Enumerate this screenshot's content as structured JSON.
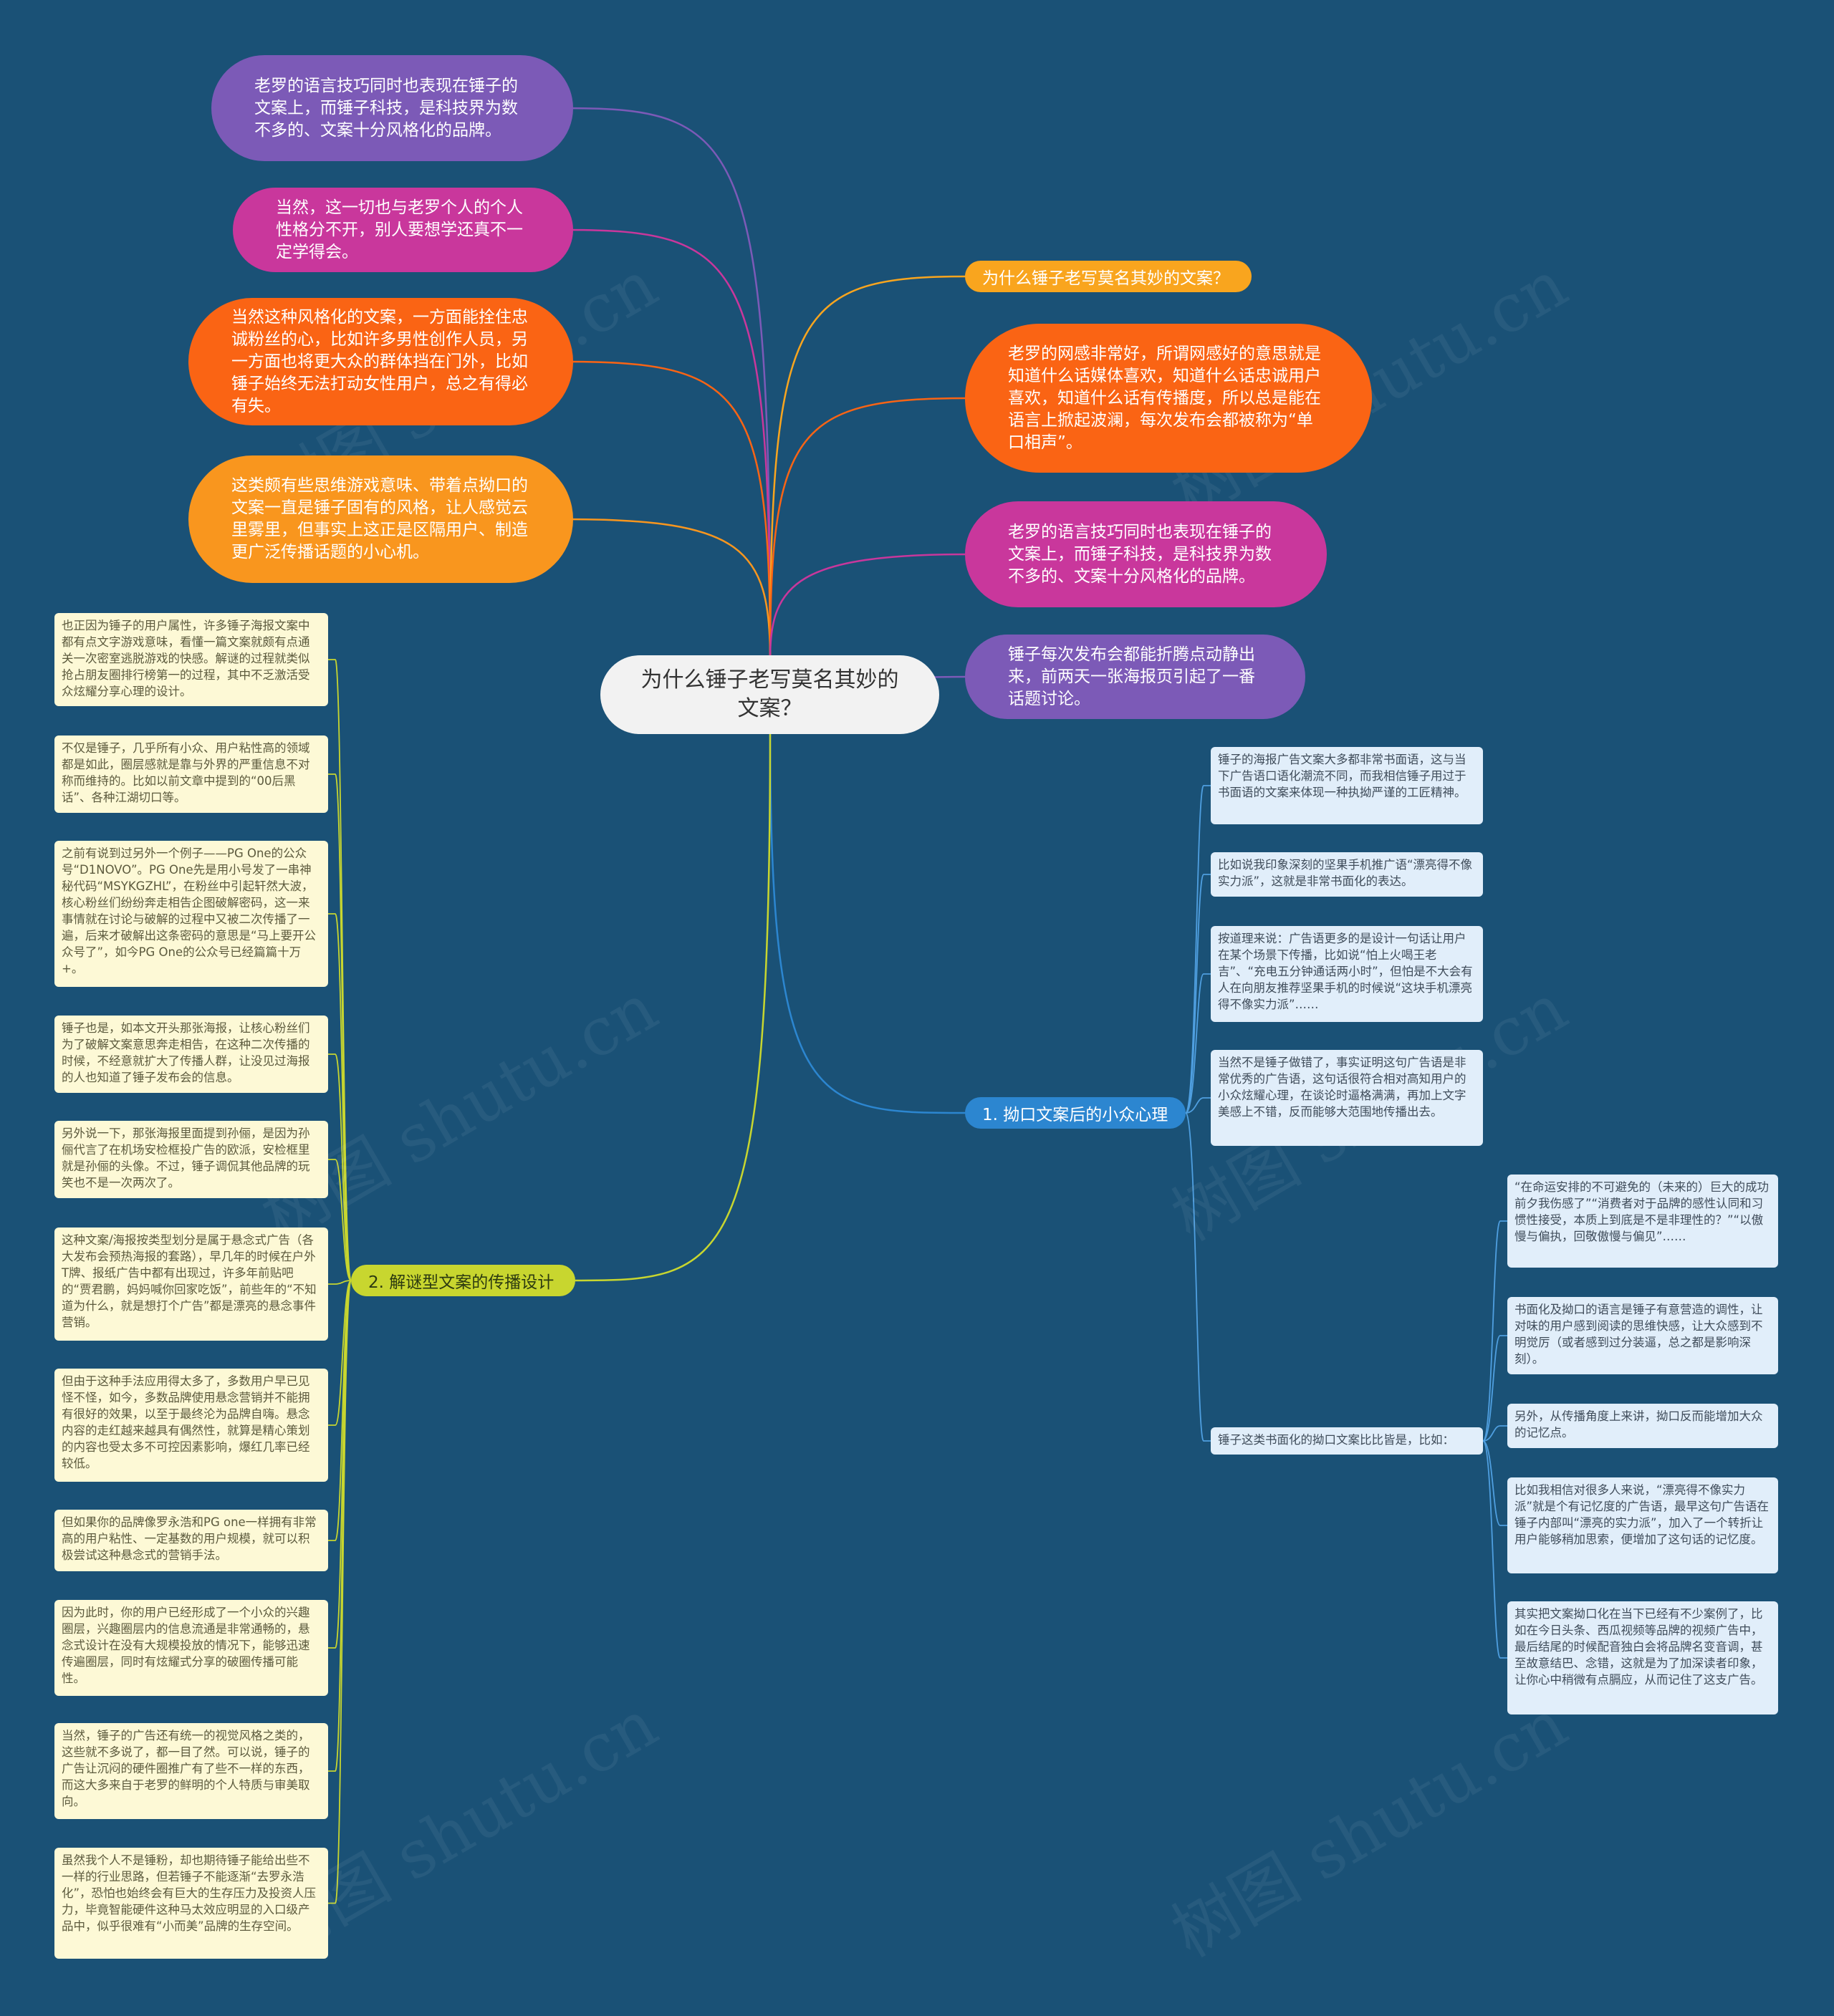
{
  "root": {
    "title": "为什么锤子老写莫名其妙的文案？"
  },
  "left_pills": [
    {
      "text": "老罗的语言技巧同时也表现在锤子的文案上，而锤子科技，是科技界为数不多的、文案十分风格化的品牌。",
      "color": "#7c5ab7"
    },
    {
      "text": "当然，这一切也与老罗个人的个人性格分不开，别人要想学还真不一定学得会。",
      "color": "#c9379c"
    },
    {
      "text": "当然这种风格化的文案，一方面能拴住忠诚粉丝的心，比如许多男性创作人员，另一方面也将更大众的群体挡在门外，比如锤子始终无法打动女性用户，总之有得必有失。",
      "color": "#fa6414"
    },
    {
      "text": "这类颇有些思维游戏意味、带着点拗口的文案一直是锤子固有的风格，让人感觉云里雾里，但事实上这正是区隔用户、制造更广泛传播话题的小心机。",
      "color": "#f9961e"
    }
  ],
  "right_topic_1": {
    "text": "为什么锤子老写莫名其妙的文案？",
    "color": "#f9a51e"
  },
  "right_pills": [
    {
      "text": "老罗的网感非常好，所谓网感好的意思就是知道什么话媒体喜欢，知道什么话忠诚用户喜欢，知道什么话有传播度，所以总是能在语言上掀起波澜，每次发布会都被称为“单口相声”。",
      "color": "#fa6414"
    },
    {
      "text": "老罗的语言技巧同时也表现在锤子的文案上，而锤子科技，是科技界为数不多的、文案十分风格化的品牌。",
      "color": "#c9379c"
    },
    {
      "text": "锤子每次发布会都能折腾点动静出来，前两天一张海报页引起了一番话题讨论。",
      "color": "#7c5ab7"
    }
  ],
  "topic_psych": {
    "text": "1. 拗口文案后的小众心理",
    "color": "#2c86d0"
  },
  "psych_notes": [
    "锤子的海报广告文案大多都非常书面语，这与当下广告语口语化潮流不同，而我相信锤子用过于书面语的文案来体现一种执拗严谨的工匠精神。",
    "比如说我印象深刻的坚果手机推广语“漂亮得不像实力派”，这就是非常书面化的表达。",
    "按道理来说：广告语更多的是设计一句话让用户在某个场景下传播，比如说“怕上火喝王老吉”、“充电五分钟通话两小时”，但怕是不大会有人在向朋友推荐坚果手机的时候说“这块手机漂亮得不像实力派”……",
    "当然不是锤子做错了，事实证明这句广告语是非常优秀的广告语，这句话很符合相对高知用户的小众炫耀心理，在谈论时逼格满满，再加上文字美感上不错，反而能够大范围地传播出去。"
  ],
  "compare_label": "锤子这类书面化的拗口文案比比皆是，比如：",
  "compare_notes": [
    "“在命运安排的不可避免的（未来的）巨大的成功前夕我伤感了”“消费者对于品牌的感性认同和习惯性接受，本质上到底是不是非理性的？”“以傲慢与偏执，回敬傲慢与偏见”……",
    "书面化及拗口的语言是锤子有意营造的调性，让对味的用户感到阅读的思维快感，让大众感到不明觉厉（或者感到过分装逼，总之都是影响深刻）。",
    "另外，从传播角度上来讲，拗口反而能增加大众的记忆点。",
    "比如我相信对很多人来说，“漂亮得不像实力派”就是个有记忆度的广告语，最早这句广告语在锤子内部叫“漂亮的实力派”，加入了一个转折让用户能够稍加思索，便增加了这句话的记忆度。",
    "其实把文案拗口化在当下已经有不少案例了，比如在今日头条、西瓜视频等品牌的视频广告中，最后结尾的时候配音独白会将品牌名变音调，甚至故意结巴、念错，这就是为了加深读者印象，让你心中稍微有点膈应，从而记住了这支广告。"
  ],
  "topic_puzzle": {
    "text": "2. 解谜型文案的传播设计",
    "color": "#c8d62f"
  },
  "puzzle_notes": [
    "也正因为锤子的用户属性，许多锤子海报文案中都有点文字游戏意味，看懂一篇文案就颇有点通关一次密室逃脱游戏的快感。解谜的过程就类似抢占朋友圈排行榜第一的过程，其中不乏激活受众炫耀分享心理的设计。",
    "不仅是锤子，几乎所有小众、用户粘性高的领域都是如此，圈层感就是靠与外界的严重信息不对称而维持的。比如以前文章中提到的“00后黑话”、各种江湖切口等。",
    "之前有说到过另外一个例子——PG One的公众号“D1NOVO”。PG One先是用小号发了一串神秘代码“MSYKGZHL”，在粉丝中引起轩然大波，核心粉丝们纷纷奔走相告企图破解密码，这一来事情就在讨论与破解的过程中又被二次传播了一遍，后来才破解出这条密码的意思是“马上要开公众号了”，如今PG One的公众号已经篇篇十万+。",
    "锤子也是，如本文开头那张海报，让核心粉丝们为了破解文案意思奔走相告，在这种二次传播的时候，不经意就扩大了传播人群，让没见过海报的人也知道了锤子发布会的信息。",
    "另外说一下，那张海报里面提到孙俪，是因为孙俪代言了在机场安检框投广告的欧派，安检框里就是孙俪的头像。不过，锤子调侃其他品牌的玩笑也不是一次两次了。",
    "这种文案/海报按类型划分是属于悬念式广告（各大发布会预热海报的套路），早几年的时候在户外T牌、报纸广告中都有出现过，许多年前贴吧的“贾君鹏，妈妈喊你回家吃饭”，前些年的“不知道为什么，就是想打个广告”都是漂亮的悬念事件营销。",
    "但由于这种手法应用得太多了，多数用户早已见怪不怪，如今，多数品牌使用悬念营销并不能拥有很好的效果，以至于最终沦为品牌自嗨。悬念内容的走红越来越具有偶然性，就算是精心策划的内容也受太多不可控因素影响，爆红几率已经较低。",
    "但如果你的品牌像罗永浩和PG one一样拥有非常高的用户粘性、一定基数的用户规模，就可以积极尝试这种悬念式的营销手法。",
    "因为此时，你的用户已经形成了一个小众的兴趣圈层，兴趣圈层内的信息流通是非常通畅的，悬念式设计在没有大规模投放的情况下，能够迅速传遍圈层，同时有炫耀式分享的破圈传播可能性。",
    "当然，锤子的广告还有统一的视觉风格之类的，这些就不多说了，都一目了然。可以说，锤子的广告让沉闷的硬件圈推广有了些不一样的东西，而这大多来自于老罗的鲜明的个人特质与审美取向。",
    "虽然我个人不是锤粉，却也期待锤子能给出些不一样的行业思路，但若锤子不能逐渐“去罗永浩化”，恐怕也始终会有巨大的生存压力及投资人压力，毕竟智能硬件这种马太效应明显的入口级产品中，似乎很难有“小而美”品牌的生存空间。"
  ],
  "watermark": "树图 shutu.cn"
}
